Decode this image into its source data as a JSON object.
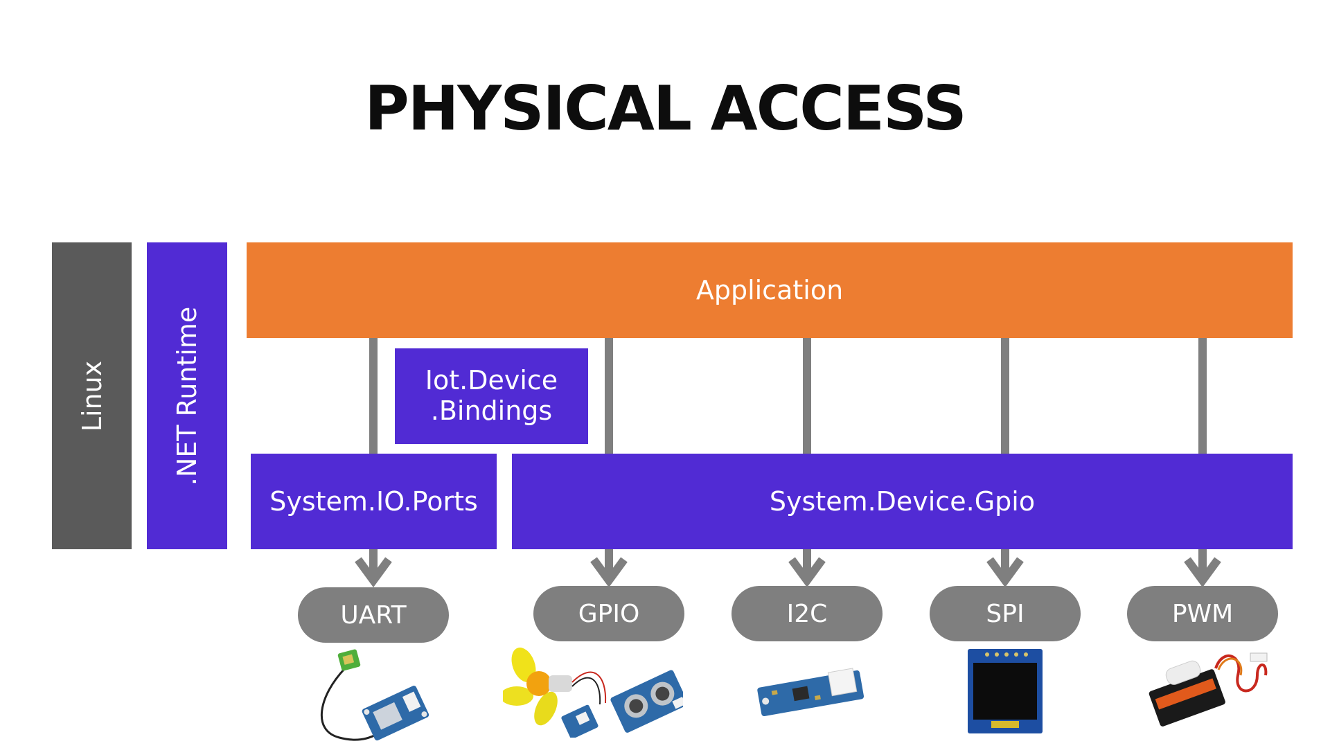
{
  "title": "PHYSICAL ACCESS",
  "layers": {
    "linux": "Linux",
    "net_runtime": ".NET Runtime",
    "application": "Application",
    "iot_bindings_line1": "Iot.Device",
    "iot_bindings_line2": ".Bindings",
    "system_io_ports": "System.IO.Ports",
    "system_device_gpio": "System.Device.Gpio"
  },
  "protocols": [
    "UART",
    "GPIO",
    "I2C",
    "SPI",
    "PWM"
  ],
  "devices": [
    {
      "icon": "gps-module-icon"
    },
    {
      "icon": "fan-motor-and-ultrasonic-sensor-icon"
    },
    {
      "icon": "i2c-sensor-board-icon"
    },
    {
      "icon": "oled-display-icon"
    },
    {
      "icon": "analog-servo-icon"
    }
  ],
  "colors": {
    "linux": "#5a5a5a",
    "dotnet": "#512bd4",
    "application": "#ed7d31",
    "connector": "#7f7f7f"
  }
}
